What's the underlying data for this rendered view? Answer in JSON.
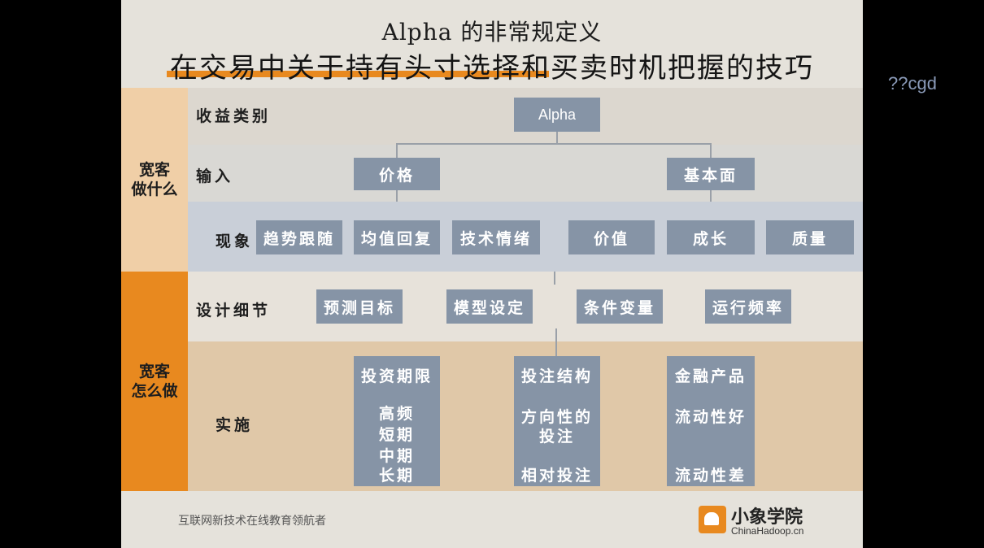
{
  "slide": {
    "title": "Alpha 的非常规定义",
    "subtitle": "在交易中关于持有头寸选择和买卖时机把握的技巧",
    "side_labels": [
      "宽客\n做什么",
      "宽客\n怎么做"
    ],
    "row_labels": [
      "收益类别",
      "输入",
      "现象",
      "设计细节",
      "实施"
    ],
    "top_node": "Alpha",
    "inputs": [
      "价格",
      "基本面"
    ],
    "phenomena": [
      "趋势跟随",
      "均值回复",
      "技术情绪",
      "价值",
      "成长",
      "质量"
    ],
    "design": [
      "预测目标",
      "模型设定",
      "条件变量",
      "运行频率"
    ],
    "implementation": [
      {
        "header": "投资期限",
        "items": [
          "高频",
          "短期",
          "中期",
          "长期"
        ]
      },
      {
        "header": "投注结构",
        "items": [
          "方向性的",
          "投注",
          "相对投注"
        ]
      },
      {
        "header": "金融产品",
        "items": [
          "流动性好",
          "流动性差"
        ]
      }
    ],
    "footer_text": "互联网新技术在线教育领航者",
    "logo_name": "小象学院",
    "logo_url": "ChinaHadoop.cn",
    "accent_color": "#e8891f",
    "box_color": "#8694a6"
  },
  "corner_note": "??cgd"
}
